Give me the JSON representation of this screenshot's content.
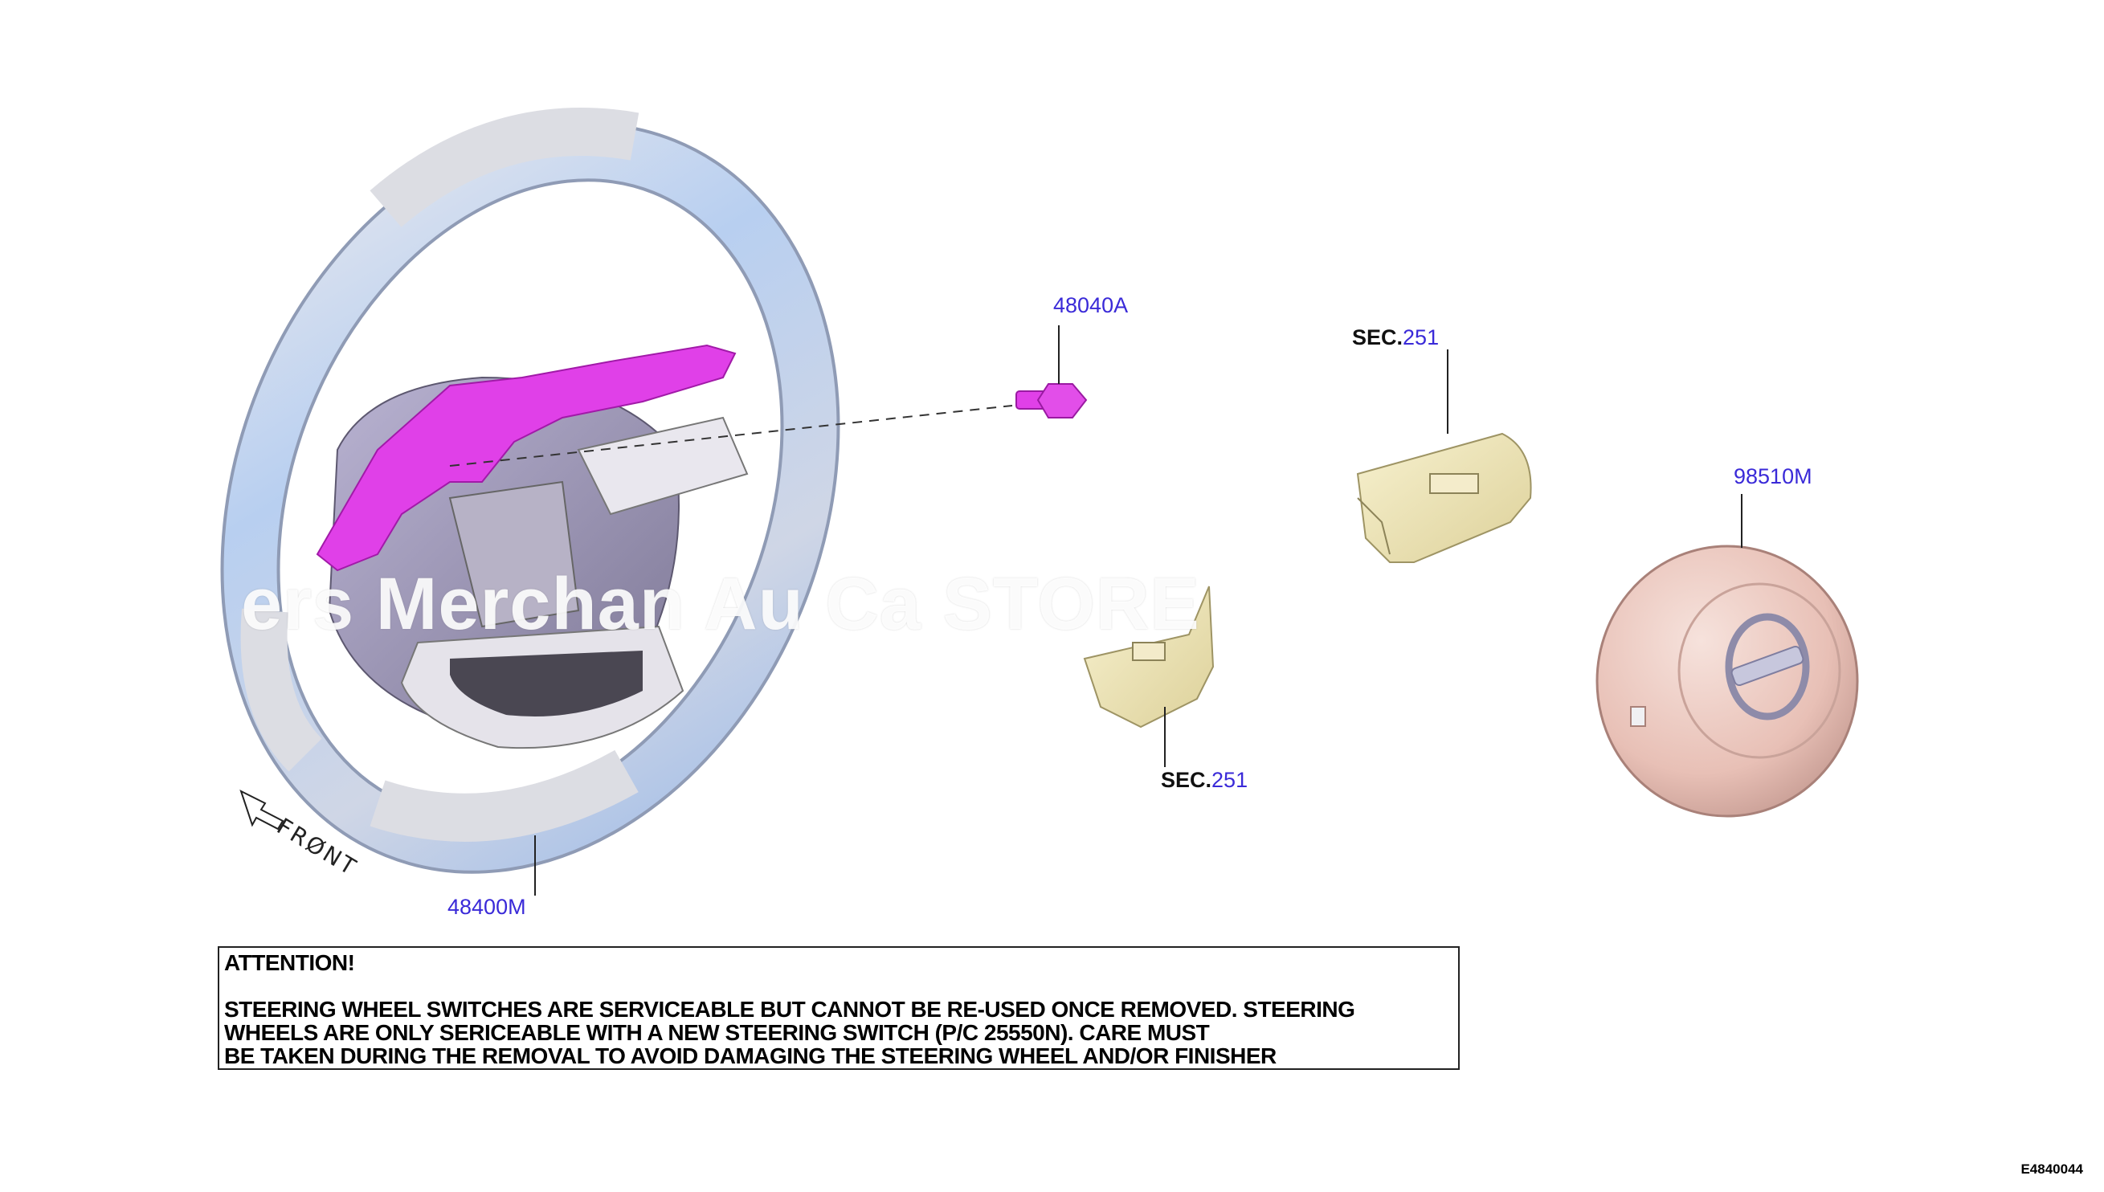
{
  "parts": {
    "steering_wheel": "48400M",
    "bolt": "48040A",
    "airbag_module": "98510M"
  },
  "sections": {
    "switch_right": {
      "prefix": "SEC.",
      "number": "251"
    },
    "switch_left": {
      "prefix": "SEC.",
      "number": "251"
    }
  },
  "front_label": "FRØNT",
  "watermark": "ers Merchan  Au    Ca      STORE",
  "notice": {
    "title": "ATTENTION!",
    "line1": "STEERING WHEEL SWITCHES ARE SERVICEABLE BUT CANNOT BE RE-USED ONCE REMOVED. STEERING",
    "line2": "WHEELS ARE ONLY SERICEABLE WITH A NEW STEERING SWITCH (P/C 25550N). CARE MUST",
    "line3": "BE TAKEN DURING THE REMOVAL TO AVOID DAMAGING THE STEERING WHEEL AND/OR FINISHER"
  },
  "figure_id": "E4840044",
  "colors": {
    "label_blue": "#3a2ad8",
    "finisher_magenta": "#e040e8",
    "switch_cream": "#efe6b4",
    "airbag_pink": "#e9c3bb",
    "wheel_blue": "#a9c7ec",
    "wheel_gray": "#d6d8df"
  }
}
